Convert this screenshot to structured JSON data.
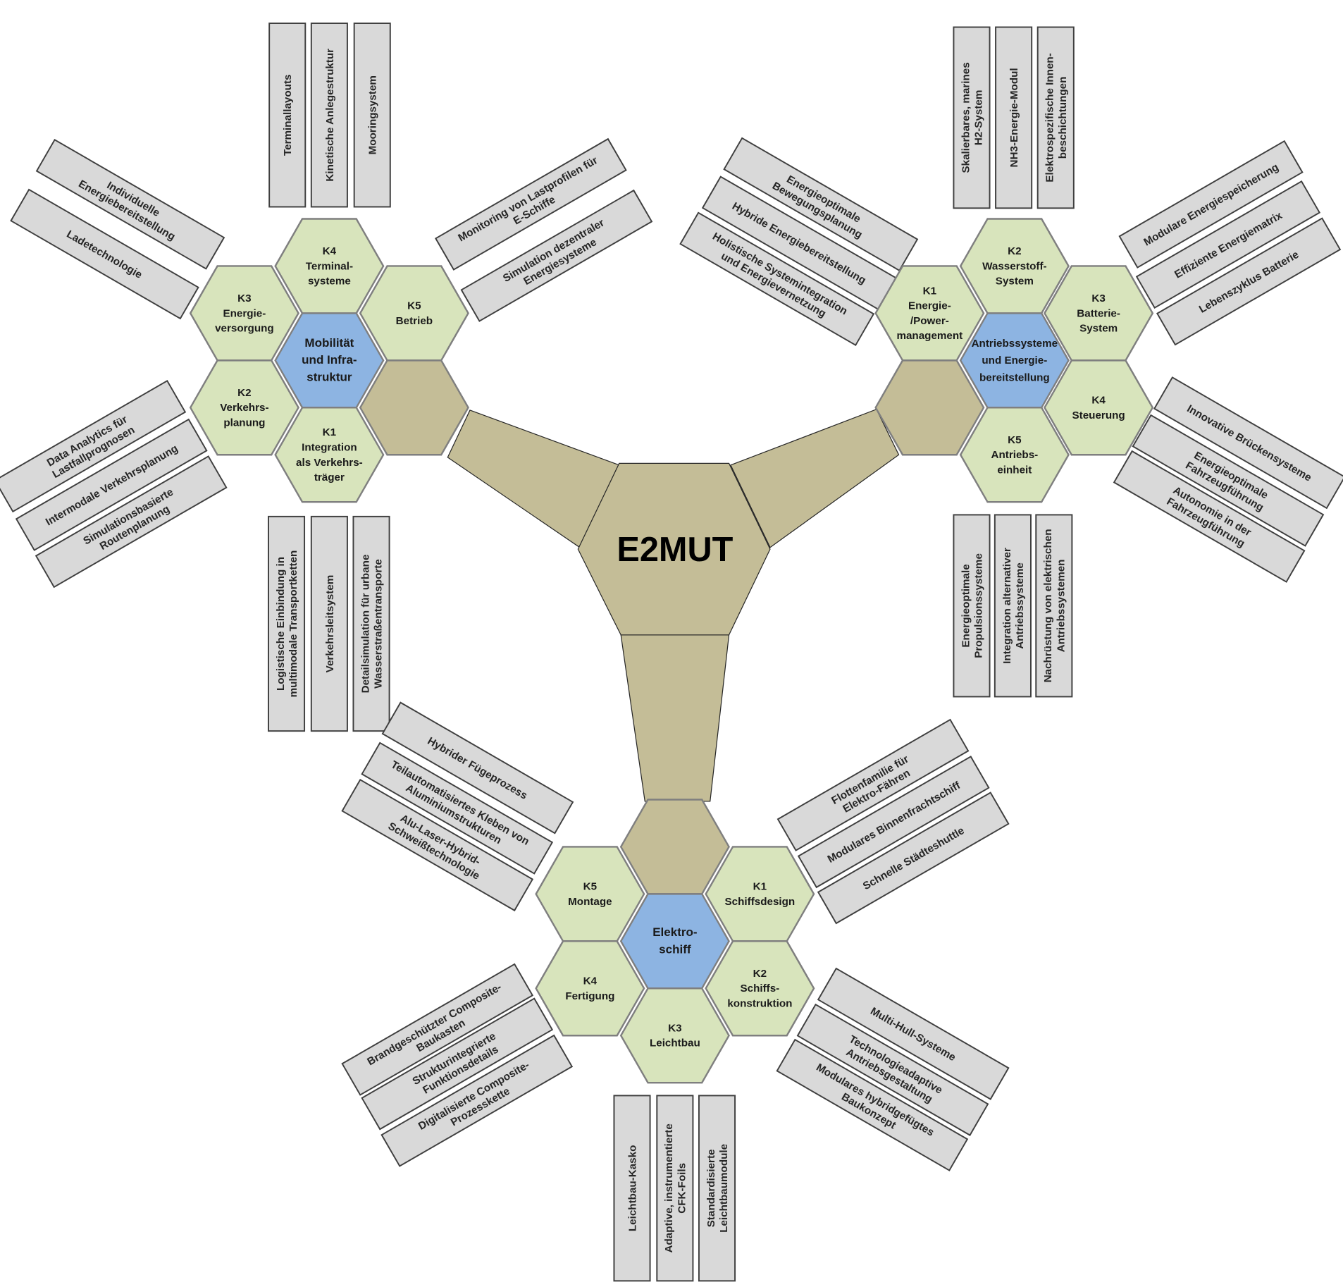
{
  "title": "E2MUT",
  "colors": {
    "competence": "#d8e4bc",
    "focus": "#8db4e2",
    "connector": "#c4bd97",
    "box": "#d9d9d9"
  },
  "mobility": {
    "center": [
      "Mobilität",
      "und Infra-",
      "struktur"
    ],
    "k1": [
      "K1",
      "Integration",
      "als Verkehrs-",
      "träger"
    ],
    "k2": [
      "K2",
      "Verkehrs-",
      "planung"
    ],
    "k3": [
      "K3",
      "Energie-",
      "versorgung"
    ],
    "k4": [
      "K4",
      "Terminal-",
      "systeme"
    ],
    "k5": [
      "K5",
      "Betrieb"
    ],
    "boxes": [
      [
        "Terminallayouts"
      ],
      [
        "Kinetische Anlegestruktur"
      ],
      [
        "Mooringsystem"
      ],
      [
        "Individuelle",
        "Energiebereitstellung"
      ],
      [
        "Ladetechnologie"
      ],
      [
        "Monitoring von Lastprofilen für",
        "E-Schiffe"
      ],
      [
        "Simulation dezentraler",
        "Energiesysteme"
      ],
      [
        "Data Analytics für",
        "Lastfallprognosen"
      ],
      [
        "Intermodale Verkehrsplanung"
      ],
      [
        "Simulationsbasierte",
        "Routenplanung"
      ],
      [
        "Logistische Einbindung in",
        "multimodale Transportketten"
      ],
      [
        "Verkehrsleitsystem"
      ],
      [
        "Detailsimulation für urbane",
        "Wasserstraßentransporte"
      ]
    ]
  },
  "propulsion": {
    "center": [
      "Antriebssysteme",
      "und Energie-",
      "bereitstellung"
    ],
    "k1": [
      "K1",
      "Energie-",
      "/Power-",
      "management"
    ],
    "k2": [
      "K2",
      "Wasserstoff-",
      "System"
    ],
    "k3": [
      "K3",
      "Batterie-",
      "System"
    ],
    "k4": [
      "K4",
      "Steuerung"
    ],
    "k5": [
      "K5",
      "Antriebs-",
      "einheit"
    ],
    "boxes": [
      [
        "Skalierbares, marines",
        "H2-System"
      ],
      [
        "NH3-Energie-Modul"
      ],
      [
        "Elektrospezifische Innen-",
        "beschichtungen"
      ],
      [
        "Energieoptimale",
        "Bewegungsplanung"
      ],
      [
        "Hybride Energiebereitstellung"
      ],
      [
        "Holistische Systemintegration",
        "und Energievernetzung"
      ],
      [
        "Modulare Energiespeicherung"
      ],
      [
        "Effiziente Energiematrix"
      ],
      [
        "Lebenszyklus Batterie"
      ],
      [
        "Innovative Brückensysteme"
      ],
      [
        "Energieoptimale",
        "Fahrzeugführung"
      ],
      [
        "Autonomie in der",
        "Fahrzeugführung"
      ],
      [
        "Energieoptimale",
        "Propulsionssysteme"
      ],
      [
        "Integration alternativer",
        "Antriebssysteme"
      ],
      [
        "Nachrüstung von elektrischen",
        "Antriebssystemen"
      ]
    ]
  },
  "ship": {
    "center": [
      "Elektro-",
      "schiff"
    ],
    "k1": [
      "K1",
      "Schiffsdesign"
    ],
    "k2": [
      "K2",
      "Schiffs-",
      "konstruktion"
    ],
    "k3": [
      "K3",
      "Leichtbau"
    ],
    "k4": [
      "K4",
      "Fertigung"
    ],
    "k5": [
      "K5",
      "Montage"
    ],
    "boxes": [
      [
        "Hybrider Fügeprozess"
      ],
      [
        "Teilautomatisiertes Kleben von",
        "Aluminiumstrukturen"
      ],
      [
        "Alu-Laser-Hybrid-",
        "Schweißtechnologie"
      ],
      [
        "Flottenfamilie für",
        "Elektro-Fähren"
      ],
      [
        "Modulares Binnenfrachtschiff"
      ],
      [
        "Schnelle Städteshuttle"
      ],
      [
        "Brandgeschützter Composite-",
        "Baukasten"
      ],
      [
        "Strukturintegrierte",
        "Funktionsdetails"
      ],
      [
        "Digitalisierte Composite-",
        "Prozesskette"
      ],
      [
        "Multi-Hull-Systeme"
      ],
      [
        "Technologieadaptive",
        "Antriebsgestaltung"
      ],
      [
        "Modulares hybridgefügtes",
        "Baukonzept"
      ],
      [
        "Leichtbau-Kasko"
      ],
      [
        "Adaptive, instrumentierte",
        "CFK-Foils"
      ],
      [
        "Standardisierte",
        "Leichtbaumodule"
      ]
    ]
  }
}
